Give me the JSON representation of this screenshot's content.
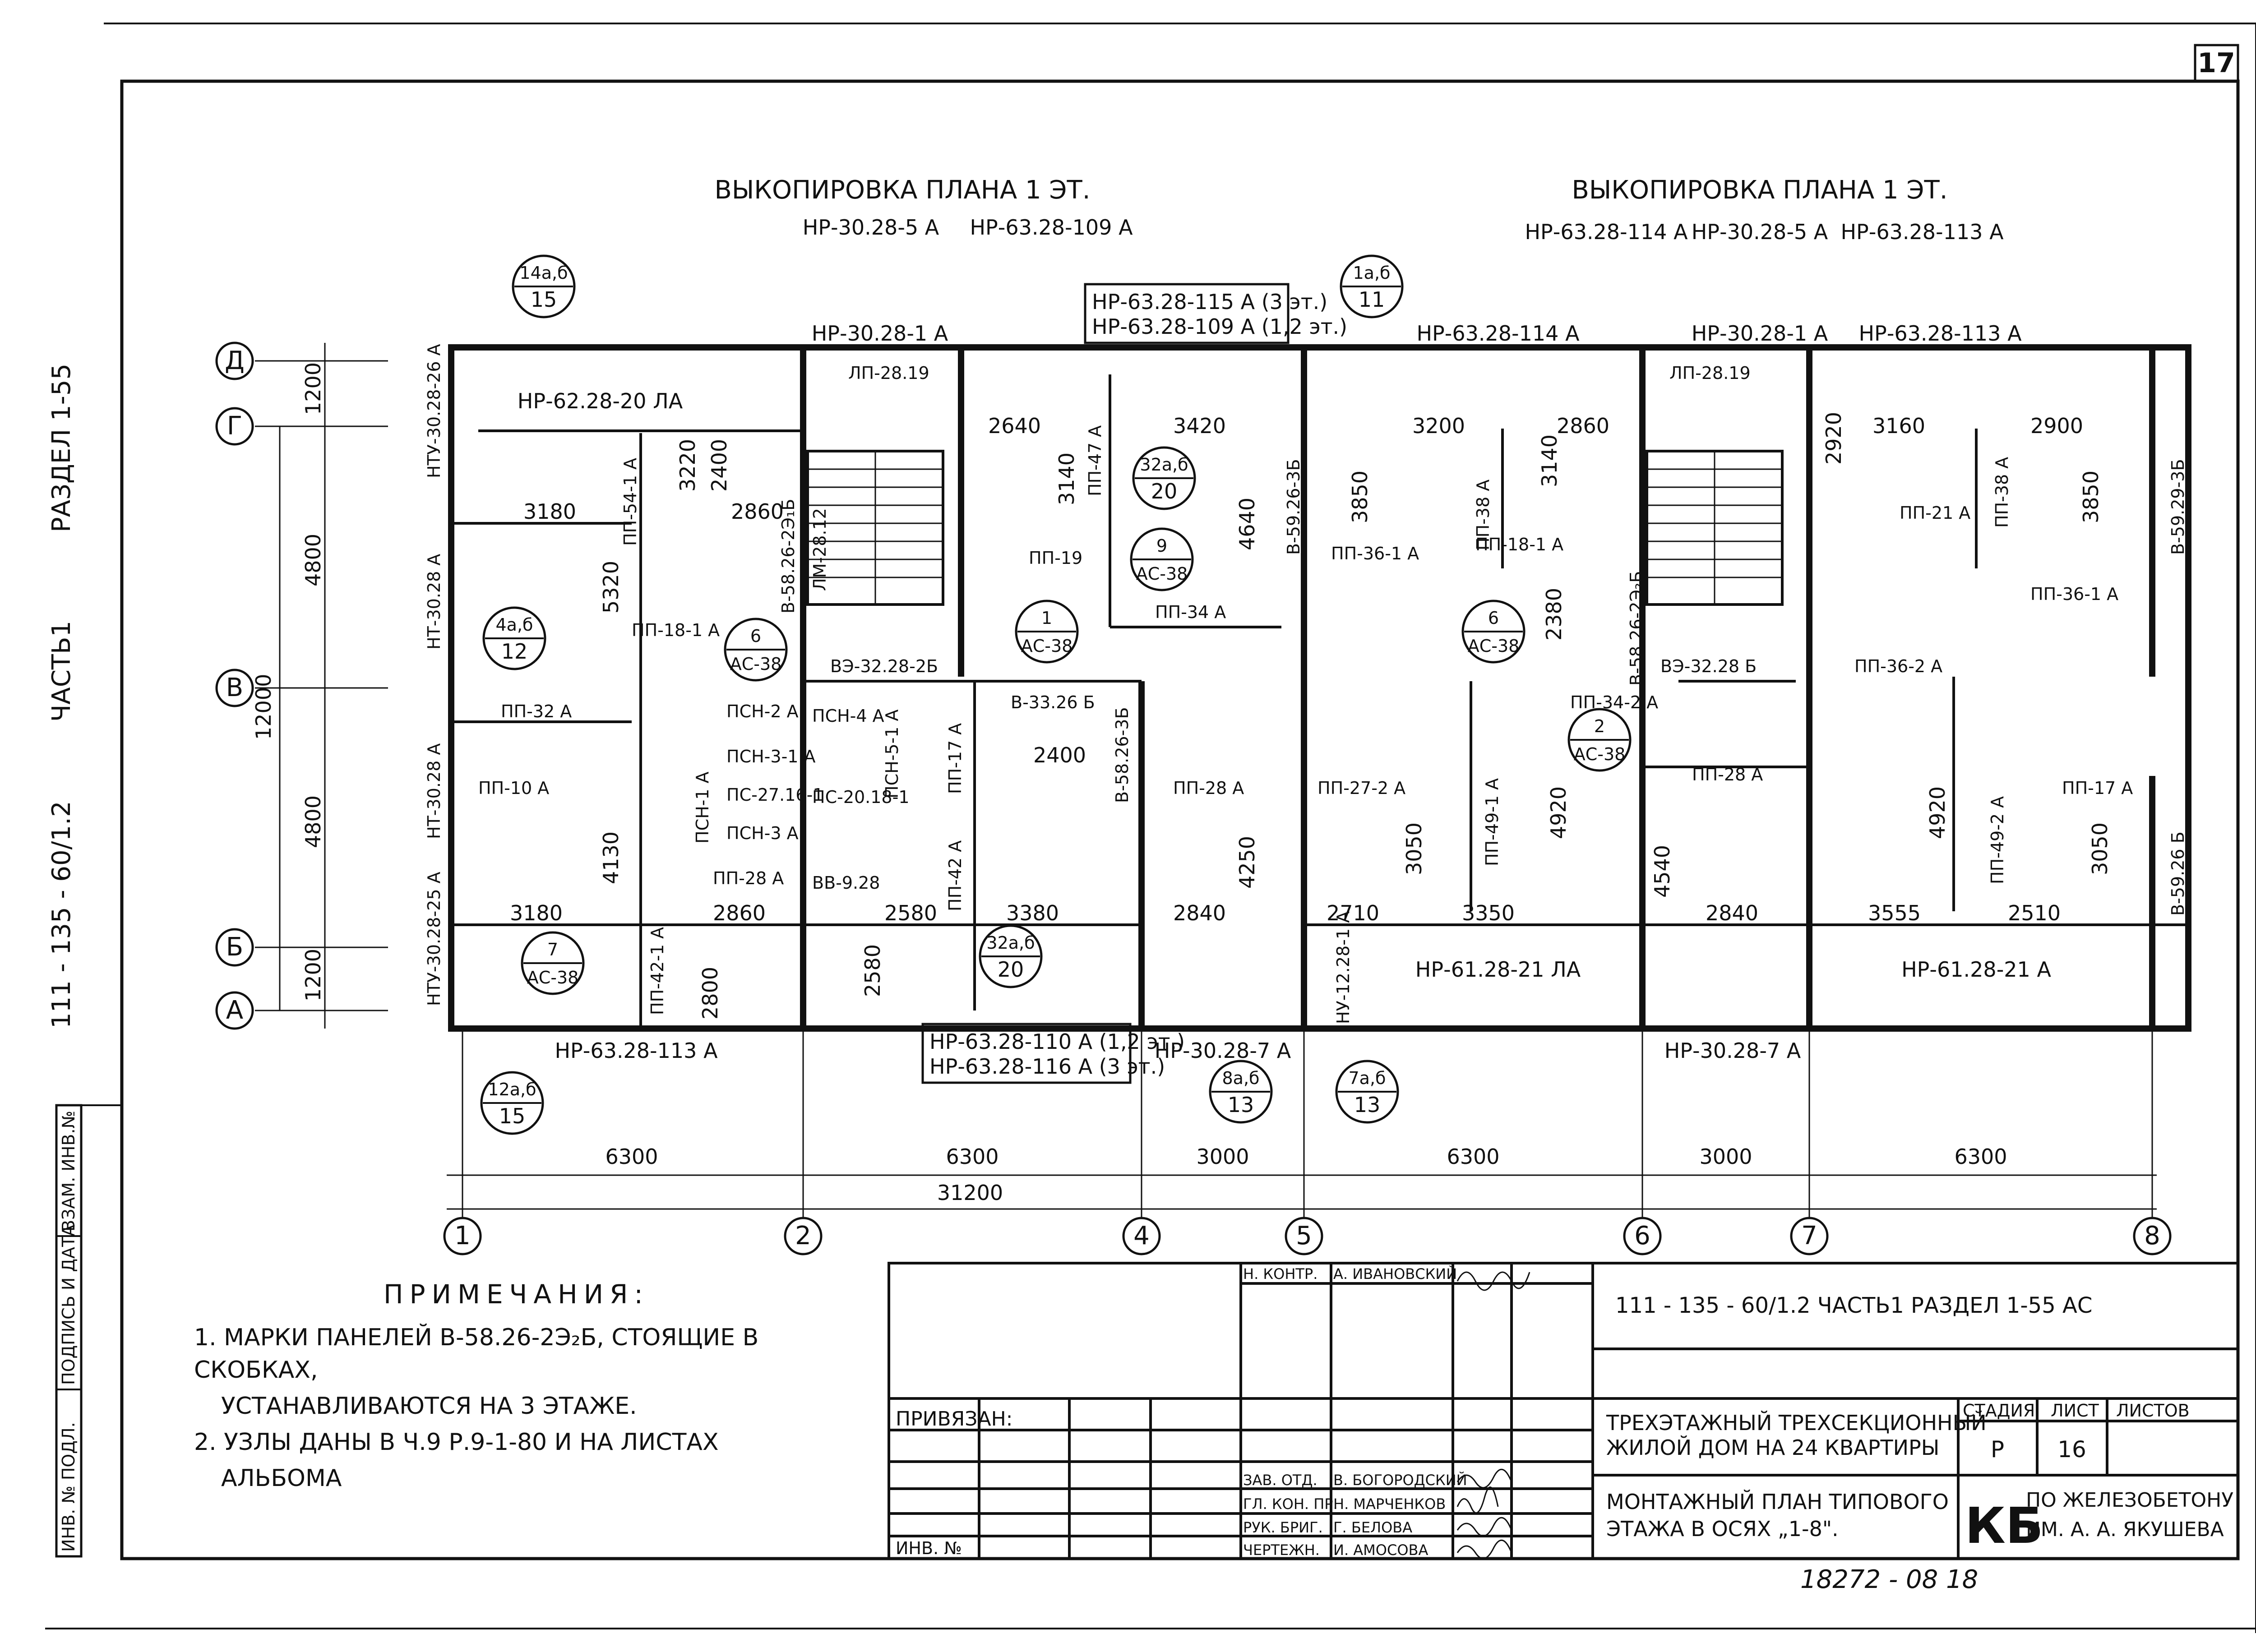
{
  "sheet_number": "17",
  "side_codes": {
    "series": "111 - 135 - 60/1.2",
    "part": "ЧАСТЬ1",
    "section": "РАЗДЕЛ 1-55"
  },
  "side_stamp": [
    "ИНВ. № ПОДЛ.",
    "ПОДПИСЬ И ДАТА",
    "ВЗАМ. ИНВ.№"
  ],
  "titles": {
    "left_copy": "ВЫКОПИРОВКА ПЛАНА 1 ЭТ.",
    "right_copy": "ВЫКОПИРОВКА ПЛАНА 1 ЭТ."
  },
  "top_marks": {
    "l1": "НР-30.28-5 А",
    "l2": "НР-63.28-109 А",
    "r1": "НР-63.28-114 А",
    "r2": "НР-30.28-5 А",
    "r3": "НР-63.28-113 А",
    "box1": "НР-63.28-115 А (3 эт.)",
    "box2": "НР-63.28-109 А (1,2 эт.)",
    "w1": "НР-30.28-1 А",
    "w2": "НР-63.28-114 А",
    "w3": "НР-30.28-1 А",
    "w4": "НР-63.28-113 А",
    "w0": "НР-62.28-20 ЛА"
  },
  "bottom_marks": {
    "b1": "НР-63.28-113 А",
    "b2a": "НР-63.28-110 А (1,2 эт.)",
    "b2b": "НР-63.28-116 А (3 эт.)",
    "b3": "НР-30.28-7 А",
    "b4": "НР-61.28-21 ЛА",
    "b5": "НР-30.28-7 А",
    "b6": "НР-61.28-21 А"
  },
  "left_wall_marks": [
    "НТУ-30.28-26 А",
    "НТ-30.28 А",
    "НТ-30.28 А",
    "НТУ-30.28-25 А"
  ],
  "axes_letters": [
    "Д",
    "Г",
    "В",
    "Б",
    "А"
  ],
  "axes_numbers": [
    "1",
    "2",
    "4",
    "5",
    "6",
    "7",
    "8"
  ],
  "vertical_dims": [
    "1200",
    "4800",
    "4800",
    "1200",
    "12000"
  ],
  "horizontal_dims": [
    "6300",
    "6300",
    "3000",
    "6300",
    "3000",
    "6300"
  ],
  "total_dim": "31200",
  "room_dims": [
    "3180",
    "3220",
    "2400",
    "2860",
    "5320",
    "4130",
    "3180",
    "2860",
    "2580",
    "3380",
    "2640",
    "3420",
    "3140",
    "4640",
    "3850",
    "3200",
    "2860",
    "3140",
    "2920",
    "3160",
    "2900",
    "3850",
    "2840",
    "2710",
    "3350",
    "3050",
    "4920",
    "2840",
    "3555",
    "2510",
    "3050",
    "4920",
    "4540",
    "2380",
    "2800",
    "4250",
    "2400",
    "2580"
  ],
  "callouts": [
    {
      "top": "14а,б",
      "bottom": "15"
    },
    {
      "top": "4а,б",
      "bottom": "12"
    },
    {
      "top": "6",
      "bottom": "АС-38"
    },
    {
      "top": "7",
      "bottom": "АС-38"
    },
    {
      "top": "12а,б",
      "bottom": "15"
    },
    {
      "top": "1",
      "bottom": "АС-38"
    },
    {
      "top": "32а,б",
      "bottom": "20"
    },
    {
      "top": "9",
      "bottom": "АС-38"
    },
    {
      "top": "32а,б",
      "bottom": "20"
    },
    {
      "top": "1а,б",
      "bottom": "11"
    },
    {
      "top": "6",
      "bottom": "АС-38"
    },
    {
      "top": "2",
      "bottom": "АС-38"
    },
    {
      "top": "8а,б",
      "bottom": "13"
    },
    {
      "top": "7а,б",
      "bottom": "13"
    }
  ],
  "panel_labels": [
    "ПП-32 А",
    "ПП-10 А",
    "ПП-18-1 А",
    "ПП-54-1 А",
    "ПП-28 А",
    "ПП-42-1 А",
    "ПСН-1 А",
    "ПСН-2 А",
    "ПСН-3-1 А",
    "ПС-27.16-1",
    "ПСН-3 А",
    "ПСН-4 А",
    "ВВ-9.28",
    "ПС-20.18-1",
    "ПСН-5-1 А",
    "ПП-17 А",
    "ПП-42 А",
    "В-33.26 Б",
    "ВЭ-32.28-2Б",
    "ЛП-28.19",
    "ЛМ-28.12",
    "ПП-34 А",
    "ПП-47 А",
    "ПП-19",
    "ПП-28 А",
    "ПП-36-1 А",
    "ПП-38 А",
    "ПП-18-1 А",
    "ПП-27-2 А",
    "ПП-49-1 А",
    "ПП-34-2 А",
    "ВЭ-32.28 Б",
    "ЛП-28.19",
    "ПП-21 А",
    "ПП-38 А",
    "ПП-36-2 А",
    "ПП-28 А",
    "ПП-49-2 А",
    "ПП-36-1 А",
    "ПП-17 А",
    "В-58.26-2Э₁Б",
    "В-58.26-2Э₂Б",
    "В-58.26-3Б",
    "В-59.26-3Б",
    "В-59.29-3Б",
    "В-59.26 Б",
    "НУ-12.28-1 А"
  ],
  "notes": {
    "title": "ПРИМЕЧАНИЯ:",
    "n1a": "1. МАРКИ ПАНЕЛЕЙ В-58.26-2Э₂Б, СТОЯЩИЕ В СКОБКАХ,",
    "n1b": "УСТАНАВЛИВАЮТСЯ НА 3 ЭТАЖЕ.",
    "n2a": "2. УЗЛЫ ДАНЫ В Ч.9 Р.9-1-80 И НА ЛИСТАХ",
    "n2b": "АЛЬБОМА"
  },
  "title_block": {
    "doc_code": "111 - 135 - 60/1.2   ЧАСТЬ1   РАЗДЕЛ 1-55   АС",
    "project1": "ТРЕХЭТАЖНЫЙ ТРЕХСЕКЦИОННЫЙ",
    "project2": "ЖИЛОЙ ДОМ НА 24 КВАРТИРЫ",
    "sheet1": "МОНТАЖНЫЙ ПЛАН ТИПОВОГО",
    "sheet2": "ЭТАЖА В ОСЯХ „1-8\".",
    "stage_h": "СТАДИЯ",
    "sheet_h": "ЛИСТ",
    "sheets_h": "ЛИСТОВ",
    "stage": "Р",
    "sheet": "16",
    "org_logo": "КБ",
    "org1": "ПО ЖЕЛЕЗОБЕТОНУ",
    "org2": "ИМ. А. А. ЯКУШЕВА",
    "binding": "ПРИВЯЗАН:",
    "inv": "ИНВ. №",
    "roles": [
      "Н. КОНТР.",
      "ЗАВ. ОТД.",
      "ГЛ. КОН. ПР.",
      "РУК. БРИГ.",
      "ЧЕРТЕЖН."
    ],
    "names": [
      "А. ИВАНОВСКИЙ",
      "В. БОГОРОДСКИЙ",
      "Н. МАРЧЕНКОВ",
      "Г. БЕЛОВА",
      "И. АМОСОВА"
    ],
    "drawing_no": "18272 - 08   18"
  }
}
